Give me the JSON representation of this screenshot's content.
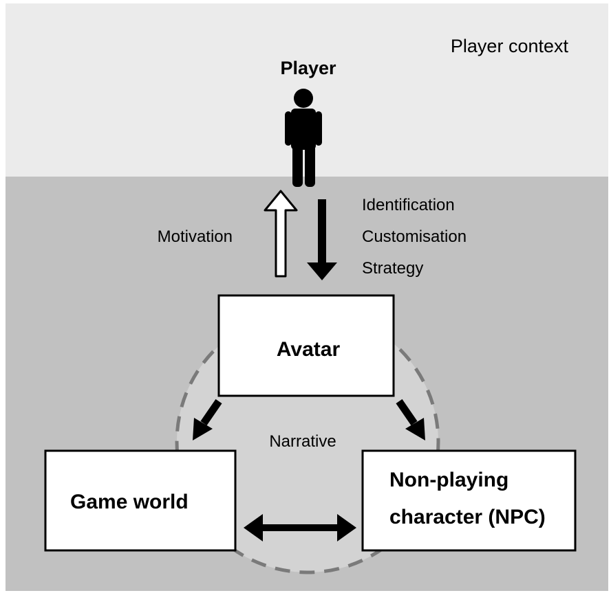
{
  "diagram": {
    "context_label": "Player context",
    "player": {
      "label": "Player",
      "icon": "person-icon"
    },
    "upward_arrow_label": "Motivation",
    "downward_arrow_labels": [
      "Identification",
      "Customisation",
      "Strategy"
    ],
    "avatar_label": "Avatar",
    "game_world_label": "Game world",
    "npc_label_lines": [
      "Non-playing",
      "character (NPC)"
    ],
    "circle_label": "Narrative",
    "colors": {
      "context_band": "#ebebeb",
      "game_area": "#c1c1c1",
      "narrative_circle_fill": "#d3d3d3",
      "narrative_circle_stroke": "#7a7a7a",
      "box_fill": "#ffffff",
      "ink": "#000000"
    }
  }
}
